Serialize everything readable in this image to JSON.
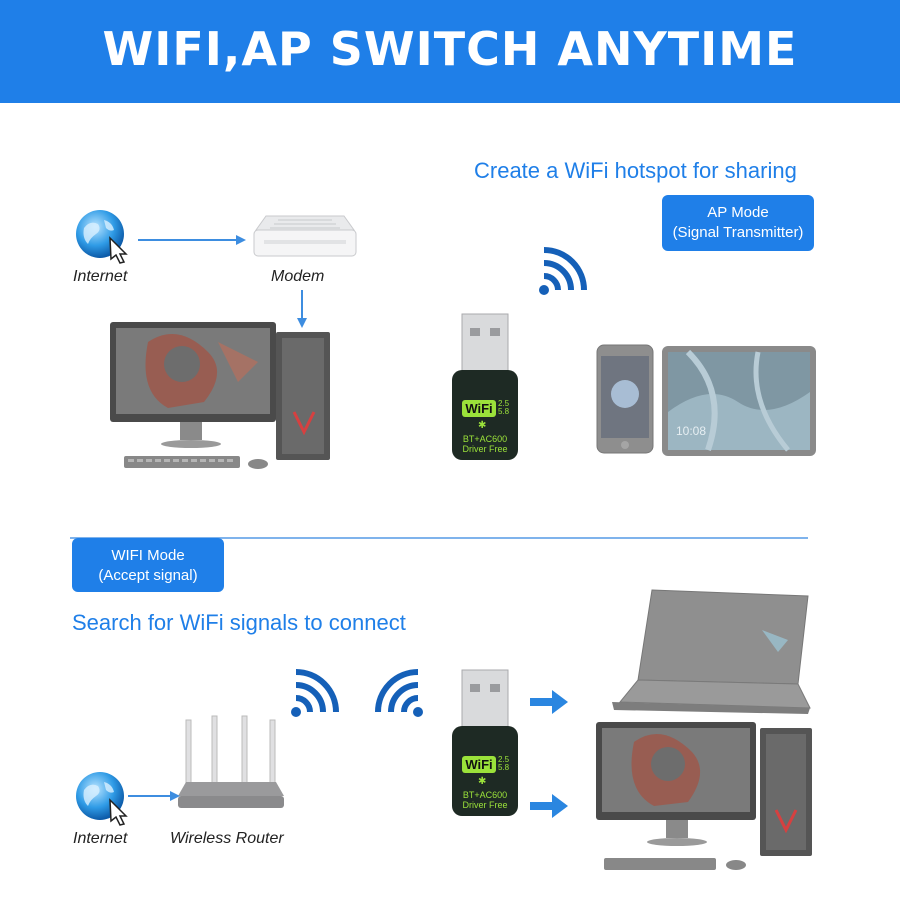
{
  "banner": {
    "title": "WIFI,AP SWITCH ANYTIME"
  },
  "ap_section": {
    "heading": "Create a WiFi hotspot for sharing",
    "mode_title": "AP Mode",
    "mode_subtitle": "(Signal Transmitter)",
    "internet_label": "Internet",
    "modem_label": "Modem"
  },
  "wifi_section": {
    "mode_title": "WIFI Mode",
    "mode_subtitle": "(Accept signal)",
    "heading": "Search for WiFi signals to connect",
    "internet_label": "Internet",
    "router_label": "Wireless Router"
  },
  "dongle": {
    "badge": "WiFi",
    "band_top": "2.5",
    "band_bottom": "5.8",
    "model": "BT+AC600",
    "driver": "Driver Free"
  },
  "tablet": {
    "time": "10:08"
  },
  "colors": {
    "accent": "#1f7fe8",
    "divider": "#7fb3ec",
    "dongle_green": "#9be23a"
  }
}
